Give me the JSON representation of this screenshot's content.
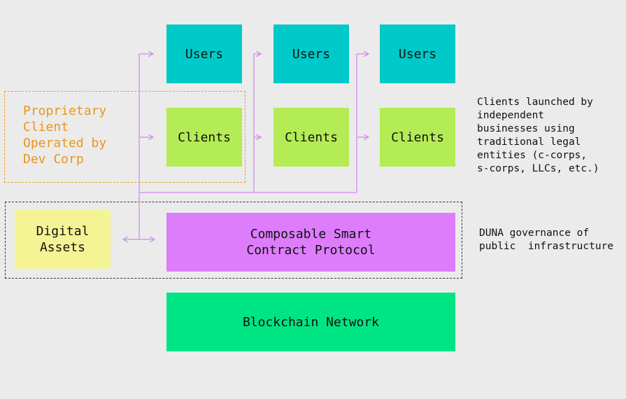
{
  "boxes": {
    "users": [
      "Users",
      "Users",
      "Users"
    ],
    "clients": [
      "Clients",
      "Clients",
      "Clients"
    ],
    "digital_assets": "Digital\nAssets",
    "protocol": "Composable Smart\nContract Protocol",
    "network": "Blockchain Network"
  },
  "proprietary_label": "Proprietary\nClient\nOperated by\nDev Corp",
  "notes": {
    "clients": "Clients launched by\nindependent\nbusinesses using\ntraditional legal\nentities (c-corps,\ns-corps, LLCs, etc.)",
    "duna": "DUNA governance of\npublic  infrastructure"
  },
  "colors": {
    "users": "#00c9c9",
    "clients": "#b4ec55",
    "digital_assets": "#f4f494",
    "protocol": "#dd7dfb",
    "network": "#00e584",
    "proprietary_border": "#f0a020",
    "connector": "#d787f2"
  }
}
